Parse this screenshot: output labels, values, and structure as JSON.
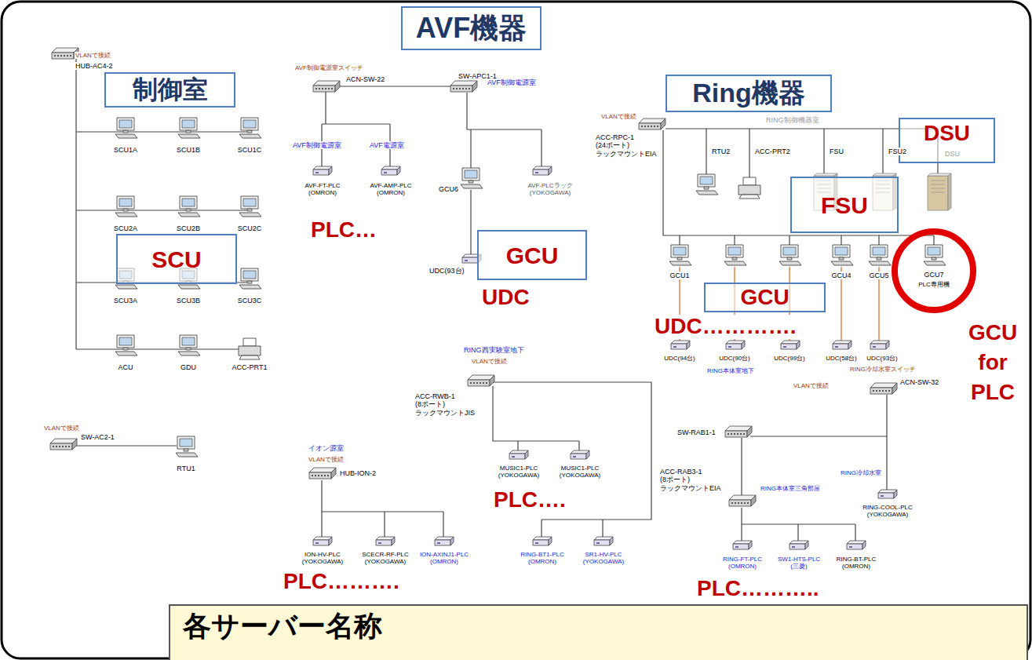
{
  "diagram": {
    "nodes": [
      {
        "text": [
          "AVF機器"
        ]
      },
      {
        "text": [
          "制御室"
        ]
      },
      {
        "text": [
          "Ring機器"
        ]
      },
      {
        "text": [
          "DSU"
        ]
      },
      {
        "text": [
          "FSU"
        ]
      },
      {
        "text": [
          "SCU"
        ]
      },
      {
        "text": [
          "GCU"
        ]
      },
      {
        "text": [
          "GCU"
        ]
      },
      {
        "text": [
          "各サーバー名称"
        ]
      }
    ],
    "labels": [
      "VLANで接続",
      "HUB-AC4-2",
      "SCU1A",
      "SCU1B",
      "SCU1C",
      "SCU2A",
      "SCU2B",
      "SCU2C",
      "SCU3A",
      "SCU3B",
      "SCU3C",
      "ACU",
      "GDU",
      "ACC-PRT1",
      "VLANで接続",
      "SW-AC2-1",
      "RTU1",
      "AVF制御電源室スイッチ",
      "ACN-SW-22",
      "SW-APC1-1",
      "AVF制御電源室",
      "AVF制御電源室",
      "AVF電源室",
      "AVF-FT-PLC (OMRON)",
      "AVF-AMP-PLC (OMRON)",
      "PLC…",
      "GCU6",
      "AVF-PLCラック (YOKOGAWA)",
      "UDC(93台)",
      "UDC",
      "イオン源室",
      "VLANで接続",
      "HUB-ION-2",
      "ION-HV-PLC (YOKOGAWA)",
      "SCECR-RF-PLC (YOKOGAWA)",
      "ION-AXINJ1-PLC (OMRON)",
      "PLC……….",
      "RING西実験室地下",
      "VLANで接続",
      "ACC-RWB-1 (8ポート) ラックマウントJIS",
      "MUSIC1-PLC (YOKOGAWA)",
      "MUSIC1-PLC (YOKOGAWA)",
      "PLC….",
      "RING-BT1-PLC (OMRON)",
      "SR1-HV-PLC (YOKOGAWA)",
      "VLANで接続",
      "ACC-RPC-1 (24ポート) ラックマウントEIA",
      "RING制御機器室",
      "RTU2",
      "ACC-PRT2",
      "FSU",
      "FSU2",
      "DSU",
      "GCU1",
      "GCU4",
      "GCU5",
      "GCU7",
      "PLC専用機",
      "UDC(94台)",
      "UDC(90台)",
      "UDC(99台)",
      "UDC(58台)",
      "UDC(93台)",
      "UDC………….",
      "RING本体室地下",
      "RING冷却水室スイッチ",
      "GCU for PLC",
      "VLANで接続",
      "SW-RAB1-1",
      "ACN-SW-32",
      "ACC-RAB3-1 (8ポート) ラックマウントEIA",
      "RING本体室三角部屋",
      "RING冷却水室",
      "RING-COOL-PLC (YOKOGAWA)",
      "RING-FT-PLC (OMRON)",
      "SW1-HTS-PLC (三菱)",
      "RING-BT-PLC (OMRON)",
      "PLC……….."
    ]
  }
}
